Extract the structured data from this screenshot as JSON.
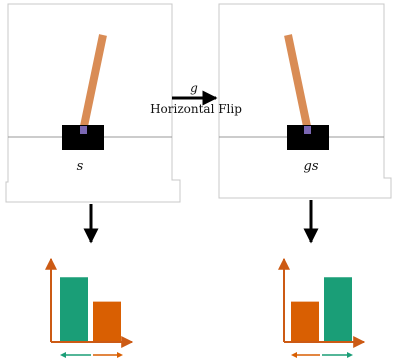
{
  "diagram": {
    "state_left_label": "s",
    "state_right_label": "gs",
    "op_symbol": "g",
    "op_name": "Horizontal Flip"
  },
  "colors": {
    "pole": "#d98c55",
    "cart": "#000000",
    "pivot": "#7b67b3",
    "ground_line": "#999999",
    "frame": "#c8c8c8",
    "arrow": "#000000",
    "axis": "#cc5a14",
    "bar_green": "#1a9e77",
    "bar_orange": "#d95f02",
    "arrow_green": "#1a9e77",
    "arrow_orange": "#d95f02"
  },
  "chart_data": [
    {
      "type": "bar",
      "categories": [
        "",
        ""
      ],
      "values": [
        3.4,
        2.1
      ],
      "bar_colors": [
        "#1a9e77",
        "#d95f02"
      ],
      "xlabel": "",
      "ylabel": ""
    },
    {
      "type": "bar",
      "categories": [
        "",
        ""
      ],
      "values": [
        2.1,
        3.4
      ],
      "bar_colors": [
        "#d95f02",
        "#1a9e77"
      ],
      "xlabel": "",
      "ylabel": ""
    }
  ]
}
